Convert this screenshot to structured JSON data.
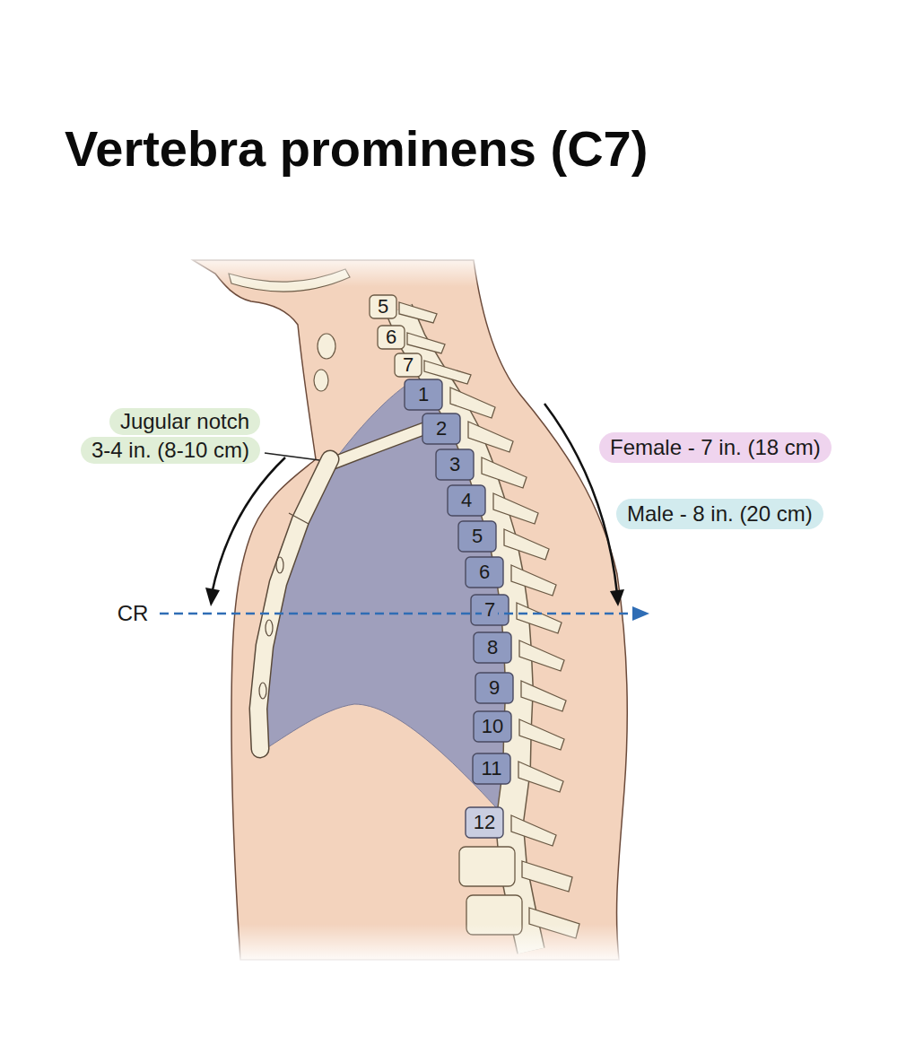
{
  "diagram": {
    "title": "Vertebra prominens (C7)",
    "nodes": [
      {
        "text": [
          "Jugular notch",
          "3-4 in. (8-10 cm)"
        ]
      },
      {
        "text": [
          "Female - 7 in. (18 cm)"
        ]
      },
      {
        "text": [
          "Male - 8 in. (20 cm)"
        ]
      }
    ],
    "labels": [
      "5",
      "6",
      "7",
      "1",
      "2",
      "3",
      "4",
      "5",
      "6",
      "7",
      "8",
      "9",
      "10",
      "11",
      "12",
      "CR"
    ]
  }
}
